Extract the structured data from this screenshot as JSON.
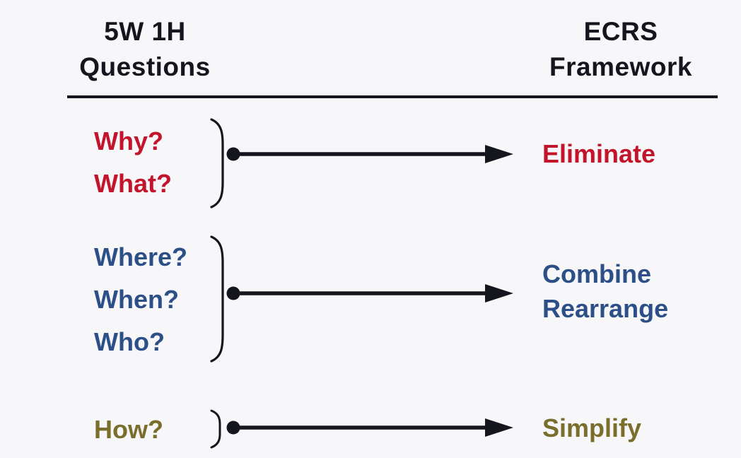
{
  "colors": {
    "background": "#f7f7fa",
    "ink": "#15151d",
    "group1": "#c2152b",
    "group2": "#2b4f86",
    "group3": "#7a6e2c"
  },
  "headers": {
    "left": [
      "5W 1H",
      "Questions"
    ],
    "right": [
      "ECRS",
      "Framework"
    ]
  },
  "groups": [
    {
      "name": "eliminate",
      "color": "#c2152b",
      "questions": [
        "Why?",
        "What?"
      ],
      "answers": [
        "Eliminate"
      ]
    },
    {
      "name": "combine-rearrange",
      "color": "#2b4f86",
      "questions": [
        "Where?",
        "When?",
        "Who?"
      ],
      "answers": [
        "Combine",
        "Rearrange"
      ]
    },
    {
      "name": "simplify",
      "color": "#7a6e2c",
      "questions": [
        "How?"
      ],
      "answers": [
        "Simplify"
      ]
    }
  ]
}
